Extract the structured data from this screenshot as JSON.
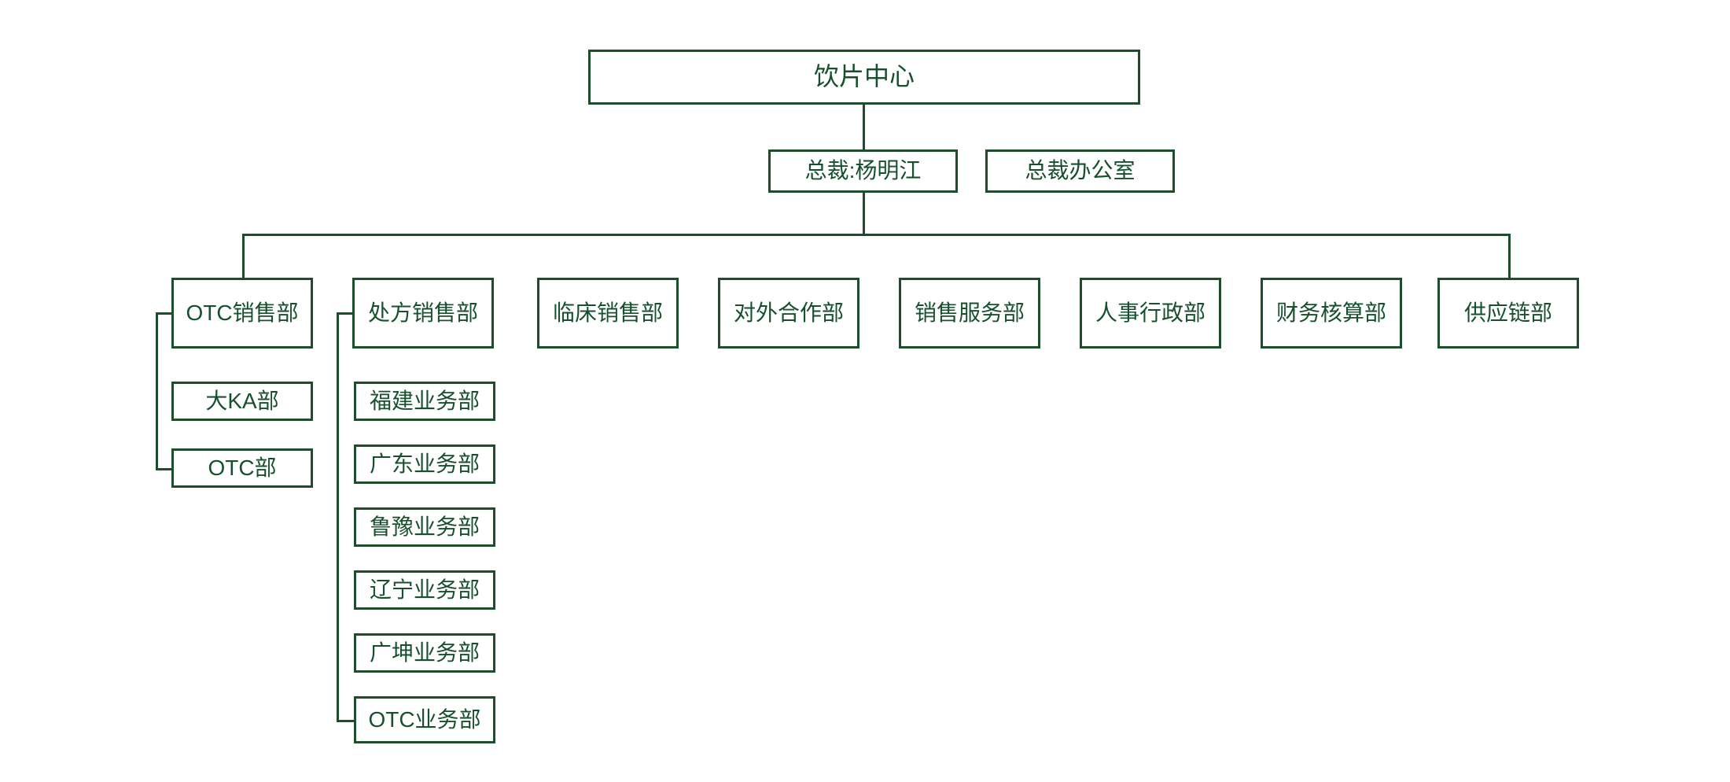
{
  "chart_data": {
    "type": "diagram",
    "diagram_kind": "organizational-chart",
    "title": "饮片中心组织架构",
    "accent_color": "#1d4d2b",
    "background_color": "#ffffff",
    "orientation": "top-down-with-left-spine-sublists",
    "levels": 4,
    "node_count": 19
  },
  "root": {
    "label": "饮片中心"
  },
  "executives": [
    {
      "label": "总裁:杨明江"
    },
    {
      "label": "总裁办公室"
    }
  ],
  "departments": [
    {
      "label": "OTC销售部",
      "children": [
        {
          "label": "大KA部"
        },
        {
          "label": "OTC部"
        }
      ]
    },
    {
      "label": "处方销售部",
      "children": [
        {
          "label": "福建业务部"
        },
        {
          "label": "广东业务部"
        },
        {
          "label": "鲁豫业务部"
        },
        {
          "label": "辽宁业务部"
        },
        {
          "label": "广坤业务部"
        },
        {
          "label": "OTC业务部"
        }
      ]
    },
    {
      "label": "临床销售部",
      "children": []
    },
    {
      "label": "对外合作部",
      "children": []
    },
    {
      "label": "销售服务部",
      "children": []
    },
    {
      "label": "人事行政部",
      "children": []
    },
    {
      "label": "财务核算部",
      "children": []
    },
    {
      "label": "供应链部",
      "children": []
    }
  ]
}
